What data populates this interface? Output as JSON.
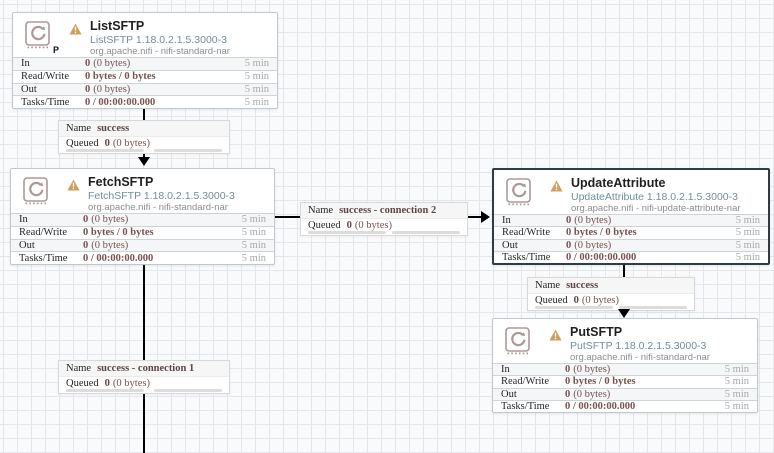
{
  "connection_keys": {
    "name": "Name",
    "queued": "Queued"
  },
  "colors": {
    "subtitle_blue": "#728e9b",
    "stat_value_brown": "#775351",
    "warning_amber": "#CF9F5D",
    "icon_brown_gray": "#ad9897",
    "selected_border": "#2e3d44",
    "line_black": "#000000"
  },
  "processors": [
    {
      "name": "ListSFTP",
      "type": "ListSFTP 1.18.0.2.1.5.3000-3",
      "bundle": "org.apache.nifi - nifi-standard-nar",
      "badge": "P",
      "stats": [
        {
          "label": "In",
          "bold": "0",
          "rest": "(0 bytes)",
          "window": "5 min"
        },
        {
          "label": "Read/Write",
          "bold": "0 bytes / 0 bytes",
          "rest": "",
          "window": "5 min"
        },
        {
          "label": "Out",
          "bold": "0",
          "rest": "(0 bytes)",
          "window": "5 min"
        },
        {
          "label": "Tasks/Time",
          "bold": "0 / 00:00:00.000",
          "rest": "",
          "window": "5 min"
        }
      ]
    },
    {
      "name": "FetchSFTP",
      "type": "FetchSFTP 1.18.0.2.1.5.3000-3",
      "bundle": "org.apache.nifi - nifi-standard-nar",
      "stats": [
        {
          "label": "In",
          "bold": "0",
          "rest": "(0 bytes)",
          "window": "5 min"
        },
        {
          "label": "Read/Write",
          "bold": "0 bytes / 0 bytes",
          "rest": "",
          "window": "5 min"
        },
        {
          "label": "Out",
          "bold": "0",
          "rest": "(0 bytes)",
          "window": "5 min"
        },
        {
          "label": "Tasks/Time",
          "bold": "0 / 00:00:00.000",
          "rest": "",
          "window": "5 min"
        }
      ]
    },
    {
      "name": "UpdateAttribute",
      "type": "UpdateAttribute 1.18.0.2.1.5.3000-3",
      "bundle": "org.apache.nifi - nifi-update-attribute-nar",
      "stats": [
        {
          "label": "In",
          "bold": "0",
          "rest": "(0 bytes)",
          "window": "5 min"
        },
        {
          "label": "Read/Write",
          "bold": "0 bytes / 0 bytes",
          "rest": "",
          "window": "5 min"
        },
        {
          "label": "Out",
          "bold": "0",
          "rest": "(0 bytes)",
          "window": "5 min"
        },
        {
          "label": "Tasks/Time",
          "bold": "0 / 00:00:00.000",
          "rest": "",
          "window": "5 min"
        }
      ]
    },
    {
      "name": "PutSFTP",
      "type": "PutSFTP 1.18.0.2.1.5.3000-3",
      "bundle": "org.apache.nifi - nifi-standard-nar",
      "stats": [
        {
          "label": "In",
          "bold": "0",
          "rest": "(0 bytes)",
          "window": "5 min"
        },
        {
          "label": "Read/Write",
          "bold": "0 bytes / 0 bytes",
          "rest": "",
          "window": "5 min"
        },
        {
          "label": "Out",
          "bold": "0",
          "rest": "(0 bytes)",
          "window": "5 min"
        },
        {
          "label": "Tasks/Time",
          "bold": "0 / 00:00:00.000",
          "rest": "",
          "window": "5 min"
        }
      ]
    }
  ],
  "connections": [
    {
      "name": "success",
      "queued_bold": "0",
      "queued_rest": "(0 bytes)"
    },
    {
      "name": "success - connection 2",
      "queued_bold": "0",
      "queued_rest": "(0 bytes)"
    },
    {
      "name": "success",
      "queued_bold": "0",
      "queued_rest": "(0 bytes)"
    },
    {
      "name": "success - connection 1",
      "queued_bold": "0",
      "queued_rest": "(0 bytes)"
    }
  ]
}
